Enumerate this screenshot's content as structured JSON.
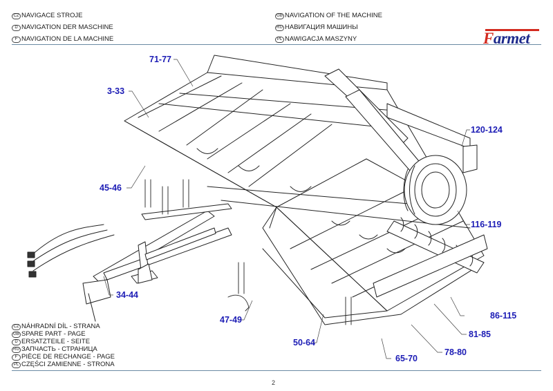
{
  "header": {
    "left": [
      {
        "lang": "CZ",
        "text": "NAVIGACE STROJE"
      },
      {
        "lang": "D",
        "text": "NAVIGATION DER MASCHINE"
      },
      {
        "lang": "F",
        "text": "NAVIGATION DE LA MACHINE"
      }
    ],
    "right": [
      {
        "lang": "GB",
        "text": "NAVIGATION OF THE MACHINE"
      },
      {
        "lang": "RU",
        "text": "НАВИГАЦИЯ МАШИНЫ"
      },
      {
        "lang": "PL",
        "text": "NAWIGACJA MASZYNY"
      }
    ],
    "logo": {
      "first": "F",
      "rest": "armet",
      "brand_red": "#d32a1f",
      "brand_blue": "#1d2a8c"
    }
  },
  "callouts": [
    {
      "id": "c1",
      "label": "71-77"
    },
    {
      "id": "c2",
      "label": "3-33"
    },
    {
      "id": "c3",
      "label": "120-124"
    },
    {
      "id": "c4",
      "label": "45-46"
    },
    {
      "id": "c5",
      "label": "116-119"
    },
    {
      "id": "c6",
      "label": "34-44"
    },
    {
      "id": "c7",
      "label": "86-115"
    },
    {
      "id": "c8",
      "label": "47-49"
    },
    {
      "id": "c9",
      "label": "81-85"
    },
    {
      "id": "c10",
      "label": "50-64"
    },
    {
      "id": "c11",
      "label": "78-80"
    },
    {
      "id": "c12",
      "label": "65-70"
    }
  ],
  "callout_color": "#1c1cb5",
  "footer": {
    "legend": [
      {
        "lang": "CZ",
        "text": "NÁHRADNÍ DÍL - STRANA"
      },
      {
        "lang": "GB",
        "text": "SPARE PART - PAGE"
      },
      {
        "lang": "D",
        "text": "ERSATZTEILE - SEITE"
      },
      {
        "lang": "RU",
        "text": "ЗАПЧАСТЬ - СТРАНИЦА"
      },
      {
        "lang": "F",
        "text": "PIÈCE DE RECHANGE - PAGE"
      },
      {
        "lang": "PL",
        "text": "CZĘŚCI ZAMIENNE - STRONA"
      }
    ],
    "page_number": "2"
  }
}
